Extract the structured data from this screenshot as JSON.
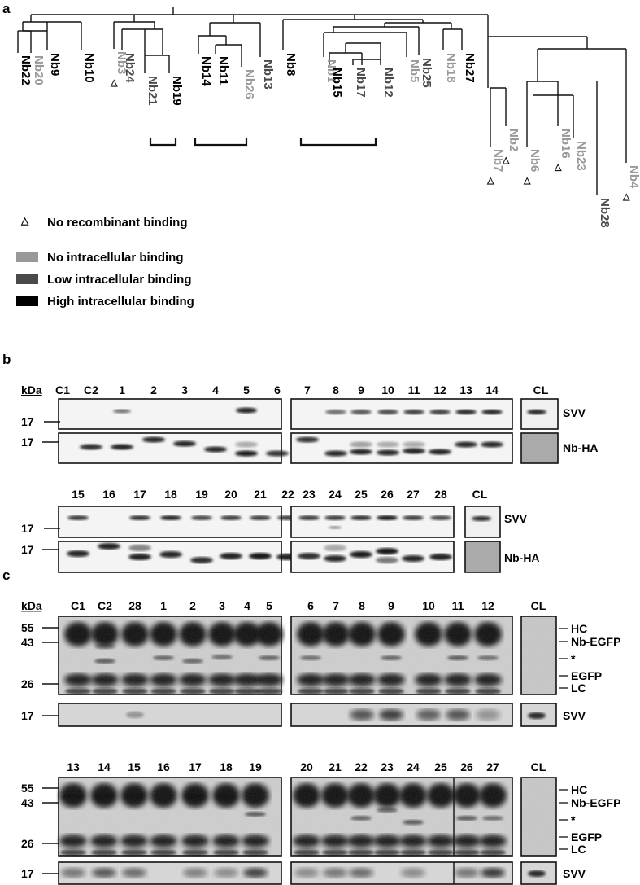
{
  "panels": {
    "a": "a",
    "b": "b",
    "c": "c"
  },
  "colors": {
    "high": "#000000",
    "low": "#4a4a4a",
    "none": "#999999"
  },
  "tree": {
    "leaves": [
      {
        "name": "Nb22",
        "cls": "high",
        "tri": false
      },
      {
        "name": "Nb20",
        "cls": "none",
        "tri": false
      },
      {
        "name": "Nb9",
        "cls": "high",
        "tri": false
      },
      {
        "name": "Nb10",
        "cls": "high",
        "tri": false
      },
      {
        "name": "Nb3",
        "cls": "none",
        "tri": true
      },
      {
        "name": "Nb24",
        "cls": "low",
        "tri": false
      },
      {
        "name": "Nb21",
        "cls": "low",
        "tri": false
      },
      {
        "name": "Nb19",
        "cls": "high",
        "tri": false
      },
      {
        "name": "Nb14",
        "cls": "high",
        "tri": false
      },
      {
        "name": "Nb11",
        "cls": "high",
        "tri": false
      },
      {
        "name": "Nb26",
        "cls": "none",
        "tri": false
      },
      {
        "name": "Nb13",
        "cls": "low",
        "tri": false
      },
      {
        "name": "Nb8",
        "cls": "high",
        "tri": false
      },
      {
        "name": "Nb1",
        "cls": "none",
        "tri": false
      },
      {
        "name": "Nb15",
        "cls": "high",
        "tri": false
      },
      {
        "name": "Nb17",
        "cls": "low",
        "tri": false
      },
      {
        "name": "Nb12",
        "cls": "low",
        "tri": false
      },
      {
        "name": "Nb5",
        "cls": "none",
        "tri": false
      },
      {
        "name": "Nb25",
        "cls": "low",
        "tri": false
      },
      {
        "name": "Nb18",
        "cls": "none",
        "tri": false
      },
      {
        "name": "Nb27",
        "cls": "high",
        "tri": false
      },
      {
        "name": "Nb7",
        "cls": "none",
        "tri": true
      },
      {
        "name": "Nb2",
        "cls": "none",
        "tri": true
      },
      {
        "name": "Nb6",
        "cls": "none",
        "tri": true
      },
      {
        "name": "Nb16",
        "cls": "none",
        "tri": true
      },
      {
        "name": "Nb23",
        "cls": "none",
        "tri": false
      },
      {
        "name": "Nb28",
        "cls": "low",
        "tri": false
      },
      {
        "name": "Nb4",
        "cls": "none",
        "tri": true
      }
    ]
  },
  "legend": {
    "no_recombinant": "No recombinant binding",
    "no_intra": "No intracellular binding",
    "low_intra": "Low intracellular binding",
    "high_intra": "High intracellular binding"
  },
  "panel_b": {
    "kda": "kDa",
    "mw": "17",
    "row1_left": [
      "C1",
      "C2",
      "1",
      "2",
      "3",
      "4",
      "5",
      "6"
    ],
    "row1_right": [
      "7",
      "8",
      "9",
      "10",
      "11",
      "12",
      "13",
      "14"
    ],
    "row2_left": [
      "15",
      "16",
      "17",
      "18",
      "19",
      "20",
      "21",
      "22"
    ],
    "row2_right": [
      "23",
      "24",
      "25",
      "26",
      "27",
      "28"
    ],
    "cl": "CL",
    "svv": "SVV",
    "nbha": "Nb-HA"
  },
  "panel_c": {
    "kda": "kDa",
    "mw": [
      "55",
      "43",
      "26",
      "17"
    ],
    "row1_left": [
      "C1",
      "C2",
      "28",
      "1",
      "2",
      "3",
      "4",
      "5"
    ],
    "row1_right": [
      "6",
      "7",
      "8",
      "9",
      "10",
      "11",
      "12"
    ],
    "row2_left": [
      "13",
      "14",
      "15",
      "16",
      "17",
      "18",
      "19"
    ],
    "row2_right": [
      "20",
      "21",
      "22",
      "23",
      "24",
      "25",
      "26",
      "27"
    ],
    "cl": "CL",
    "hc": "HC",
    "nbegfp": "Nb-EGFP",
    "star": "*",
    "egfp": "EGFP",
    "lc": "LC",
    "svv": "SVV"
  }
}
